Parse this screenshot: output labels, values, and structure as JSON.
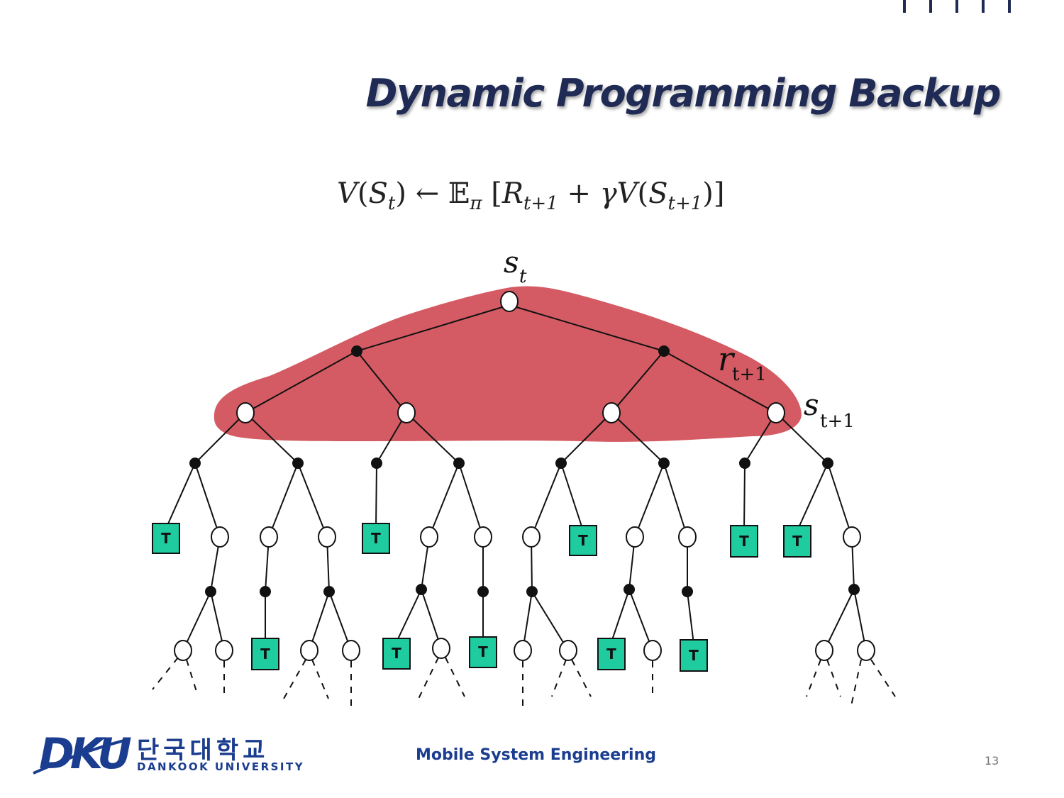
{
  "slide": {
    "title": "Dynamic Programming Backup",
    "formula": {
      "lhs_v": "V",
      "lhs_open": "(",
      "lhs_s": "S",
      "lhs_sub": "t",
      "lhs_close": ")",
      "arrow": "←",
      "expectation": "𝔼",
      "pi": "π",
      "bracket_open": "[",
      "r": "R",
      "r_sub": "t+1",
      "plus": "+",
      "gamma": "γ",
      "v2": "V",
      "s2": "S",
      "s2_sub": "t+1",
      "bracket_close": ")]"
    },
    "diagram": {
      "label_root": "s",
      "label_root_sub": "t",
      "label_reward": "r",
      "label_reward_sub": "t+1",
      "label_next": "s",
      "label_next_sub": "t+1",
      "terminal_label": "T",
      "highlight_color": "#d45b63",
      "terminal_color": "#1fcc9f"
    },
    "footer": {
      "logo_letters": "DKU",
      "logo_korean": "단국대학교",
      "logo_english": "DANKOOK UNIVERSITY",
      "course": "Mobile System Engineering",
      "page_number": "13"
    }
  }
}
